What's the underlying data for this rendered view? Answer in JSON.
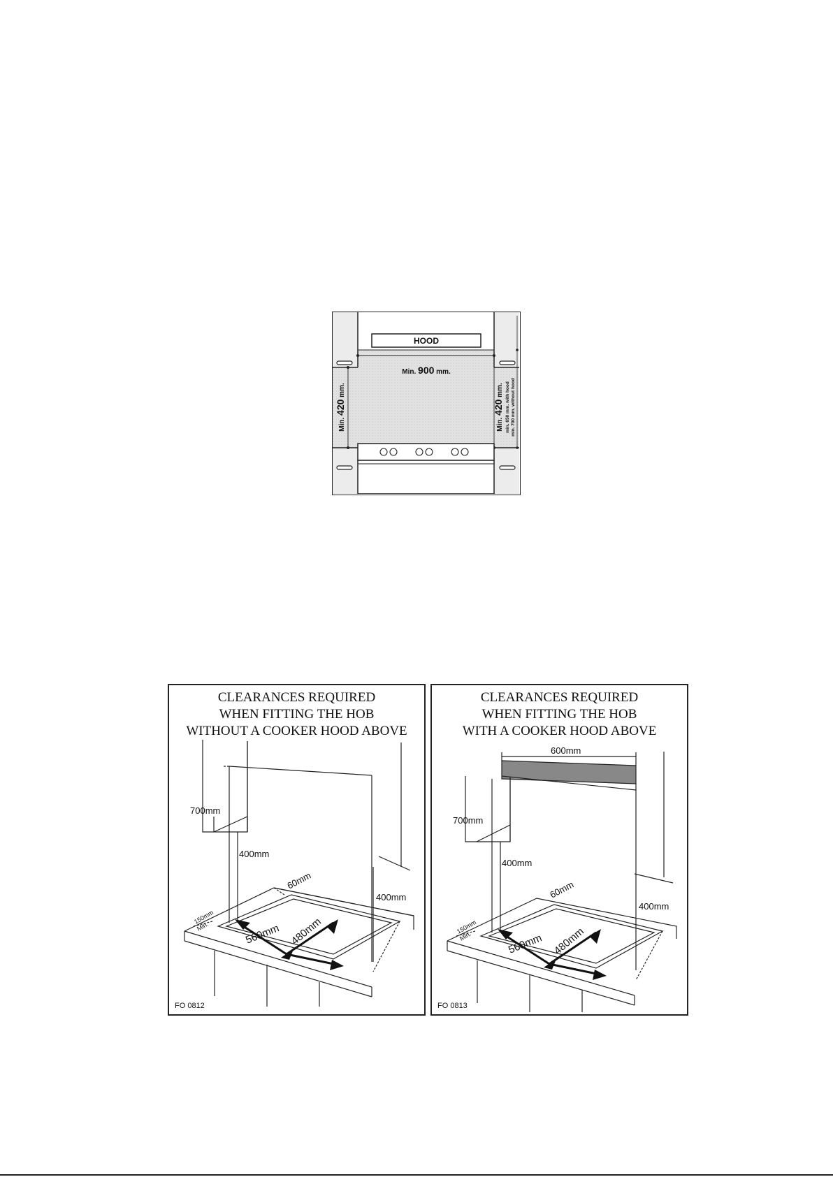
{
  "top_figure": {
    "hood_label": "HOOD",
    "width_prefix": "Min.",
    "width_value": "900",
    "width_unit": "mm.",
    "left_prefix": "Min.",
    "left_value": "420",
    "left_unit": "mm.",
    "right_prefix": "Min.",
    "right_value": "420",
    "right_unit": "mm.",
    "with_hood_note": "min. 650 mm. with hood",
    "without_hood_note": "min. 700 mm. without hood"
  },
  "left_figure": {
    "title_lines": [
      "CLEARANCES REQUIRED",
      "WHEN FITTING THE HOB",
      "WITHOUT A COOKER HOOD ABOVE"
    ],
    "dim_700": "700mm",
    "dim_400_left": "400mm",
    "dim_60": "60mm",
    "dim_400_right": "400mm",
    "dim_150": "150mm",
    "dim_min": "Min.",
    "dim_560": "560mm",
    "dim_480": "480mm",
    "code": "FO 0812"
  },
  "right_figure": {
    "title_lines": [
      "CLEARANCES REQUIRED",
      "WHEN FITTING THE HOB",
      "WITH A COOKER HOOD ABOVE"
    ],
    "dim_600": "600mm",
    "dim_700": "700mm",
    "dim_400_left": "400mm",
    "dim_60": "60mm",
    "dim_400_right": "400mm",
    "dim_150": "150mm",
    "dim_min": "Min.",
    "dim_560": "560mm",
    "dim_480": "480mm",
    "code": "FO 0813"
  }
}
